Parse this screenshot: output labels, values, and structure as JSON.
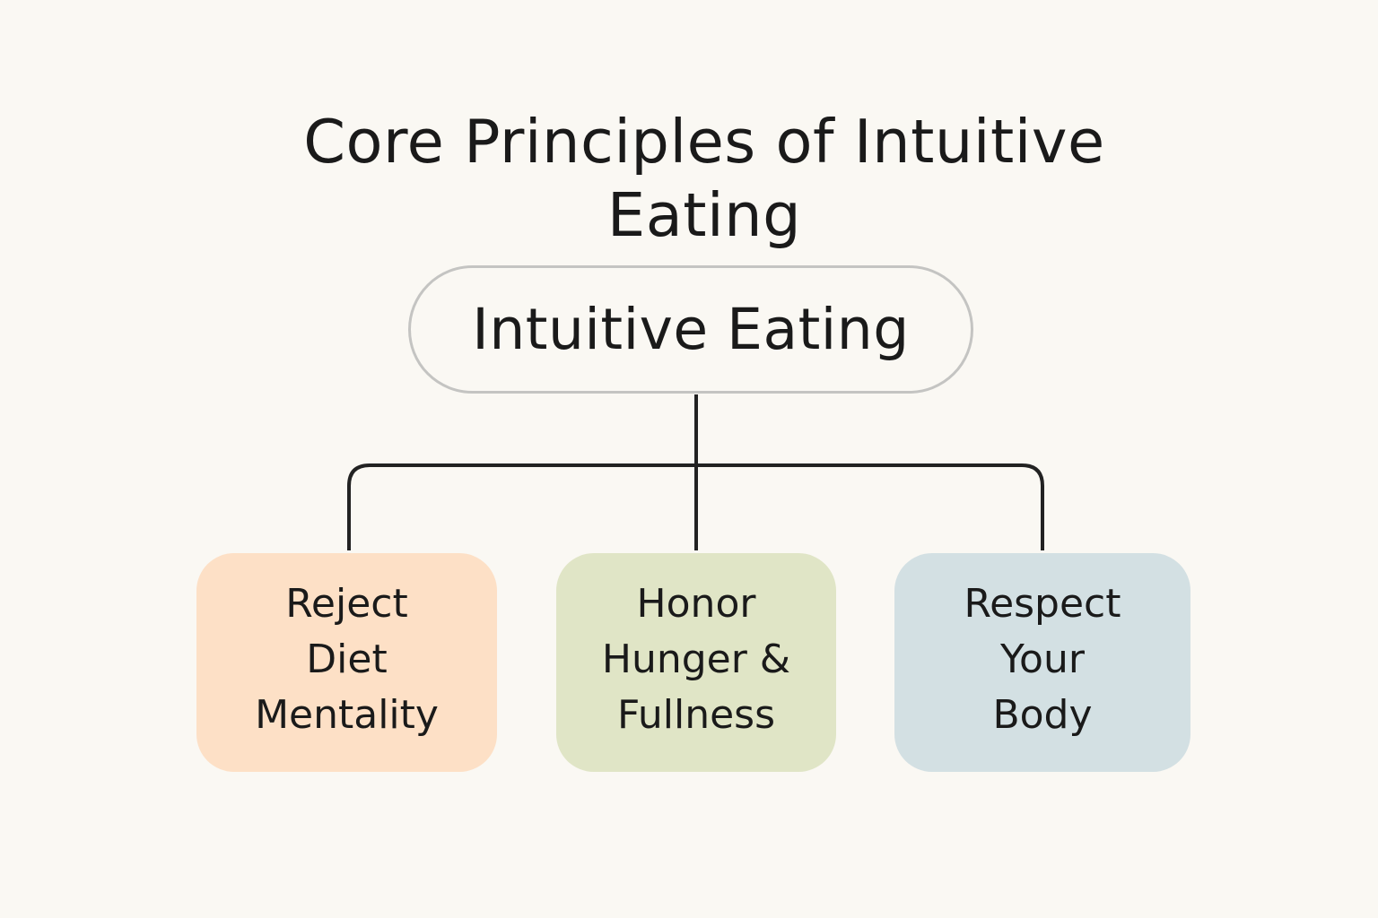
{
  "title": {
    "line1": "Core Principles of Intuitive",
    "line2": "Eating"
  },
  "root": {
    "label": "Intuitive Eating"
  },
  "children": [
    {
      "lines": [
        "Reject",
        "Diet",
        "Mentality"
      ],
      "color": "#fde0c6"
    },
    {
      "lines": [
        "Honor",
        "Hunger &",
        "Fullness"
      ],
      "color": "#e0e5c6"
    },
    {
      "lines": [
        "Respect",
        "Your",
        "Body"
      ],
      "color": "#d3e0e3"
    }
  ],
  "connector_color": "#222222"
}
